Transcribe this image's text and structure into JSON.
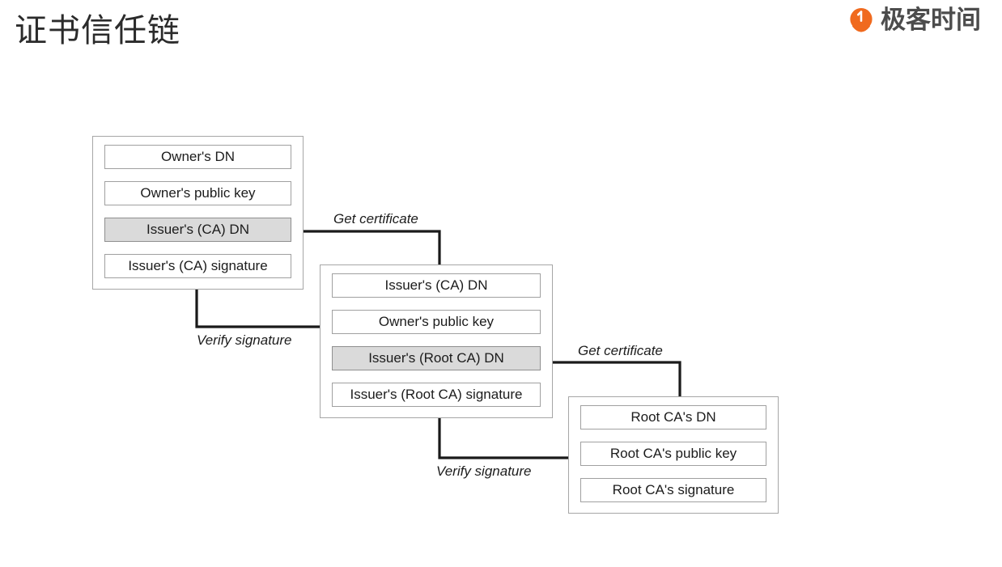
{
  "slide": {
    "title": "证书信任链"
  },
  "brand": {
    "name": "极客时间",
    "logo_icon": "geektime-circle-logo-icon",
    "accent_color": "#f06a1e",
    "text_color": "#4c4c4c"
  },
  "diagram": {
    "type": "certificate-trust-chain",
    "colors": {
      "card_border": "#a6a6a6",
      "row_border": "#a0a0a0",
      "row_fill": "#ffffff",
      "row_highlight_fill": "#dadada",
      "connector": "#1a1a1a",
      "text": "#1c1c1c"
    },
    "cards": [
      {
        "id": "leaf-certificate",
        "rows": [
          {
            "label": "Owner's DN",
            "highlighted": false
          },
          {
            "label": "Owner's public key",
            "highlighted": false
          },
          {
            "label": "Issuer's (CA) DN",
            "highlighted": true
          },
          {
            "label": "Issuer's (CA) signature",
            "highlighted": false
          }
        ]
      },
      {
        "id": "intermediate-ca-certificate",
        "rows": [
          {
            "label": "Issuer's (CA) DN",
            "highlighted": false
          },
          {
            "label": "Owner's public key",
            "highlighted": false
          },
          {
            "label": "Issuer's (Root CA) DN",
            "highlighted": true
          },
          {
            "label": "Issuer's (Root CA) signature",
            "highlighted": false
          }
        ]
      },
      {
        "id": "root-ca-certificate",
        "rows": [
          {
            "label": "Root CA's DN",
            "highlighted": false
          },
          {
            "label": "Root CA's public key",
            "highlighted": false
          },
          {
            "label": "Root CA's signature",
            "highlighted": false
          }
        ]
      }
    ],
    "edges": [
      {
        "id": "get-certificate-1",
        "label": "Get certificate",
        "from": "leaf-certificate / Issuer's (CA) DN",
        "to": "intermediate-ca-certificate / Issuer's (CA) DN",
        "direction": "down-right"
      },
      {
        "id": "verify-signature-1",
        "label": "Verify signature",
        "from": "intermediate-ca-certificate / Owner's public key",
        "to": "leaf-certificate / Issuer's (CA) signature",
        "direction": "up-left"
      },
      {
        "id": "get-certificate-2",
        "label": "Get certificate",
        "from": "intermediate-ca-certificate / Issuer's (Root CA) DN",
        "to": "root-ca-certificate / Root CA's DN",
        "direction": "down-right"
      },
      {
        "id": "verify-signature-2",
        "label": "Verify signature",
        "from": "root-ca-certificate / Root CA's public key",
        "to": "intermediate-ca-certificate / Issuer's (Root CA) signature",
        "direction": "up-left"
      }
    ]
  }
}
